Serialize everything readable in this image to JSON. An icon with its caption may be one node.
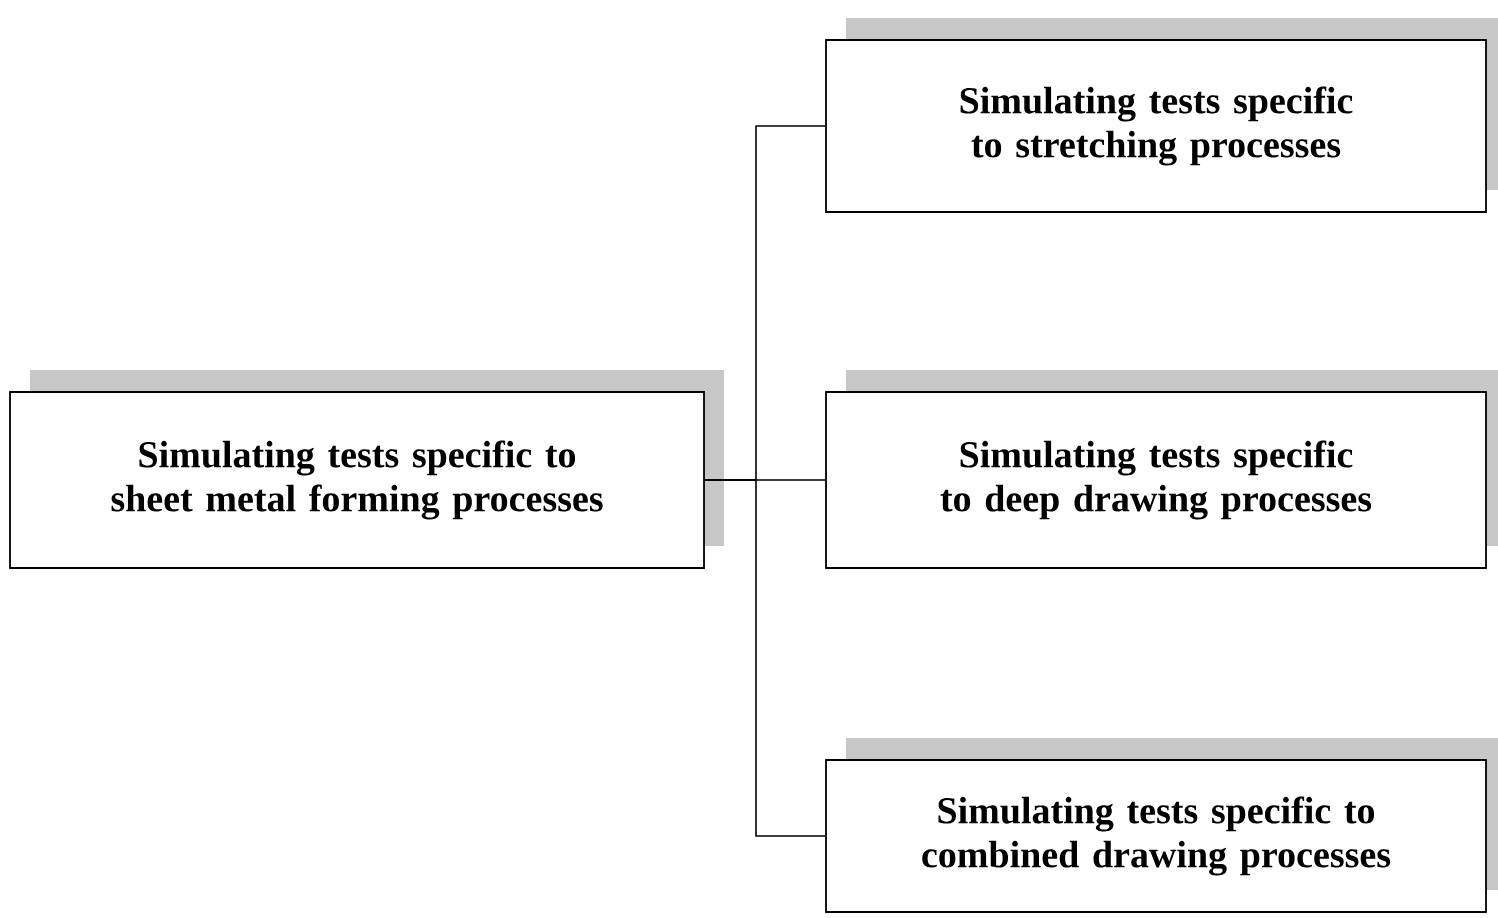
{
  "diagram": {
    "nodes": [
      {
        "text": [
          "Simulating tests specific to sheet metal forming processes"
        ]
      },
      {
        "text": [
          "Simulating tests specific to stretching processes"
        ]
      },
      {
        "text": [
          "Simulating tests specific to deep drawing processes"
        ]
      },
      {
        "text": [
          "Simulating tests specific to combined drawing processes"
        ]
      }
    ],
    "edges": [
      {
        "from": 0,
        "to": 1,
        "arrow": "none"
      },
      {
        "from": 0,
        "to": 2,
        "arrow": "none"
      },
      {
        "from": 0,
        "to": 3,
        "arrow": "none"
      }
    ]
  }
}
